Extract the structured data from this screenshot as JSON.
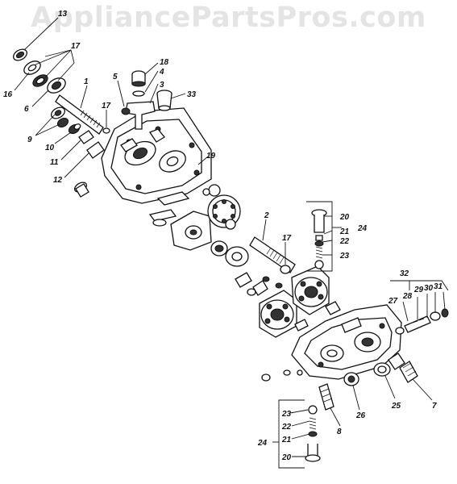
{
  "watermark": "AppliancePartsPros.com",
  "labels": {
    "l13": "13",
    "l17a": "17",
    "l16": "16",
    "l6": "6",
    "l1": "1",
    "l9": "9",
    "l10": "10",
    "l11": "11",
    "l12": "12",
    "l17b": "17",
    "l5": "5",
    "l18": "18",
    "l4": "4",
    "l3": "3",
    "l33": "33",
    "l19": "19",
    "l2": "2",
    "l17c": "17",
    "l20a": "20",
    "l21a": "21",
    "l22a": "22",
    "l23a": "23",
    "l24a": "24",
    "l32": "32",
    "l27": "27",
    "l28": "28",
    "l29": "29",
    "l30": "30",
    "l31": "31",
    "l26": "26",
    "l25": "25",
    "l7": "7",
    "l8": "8",
    "l23b": "23",
    "l22b": "22",
    "l21b": "21",
    "l24b": "24",
    "l20b": "20"
  }
}
